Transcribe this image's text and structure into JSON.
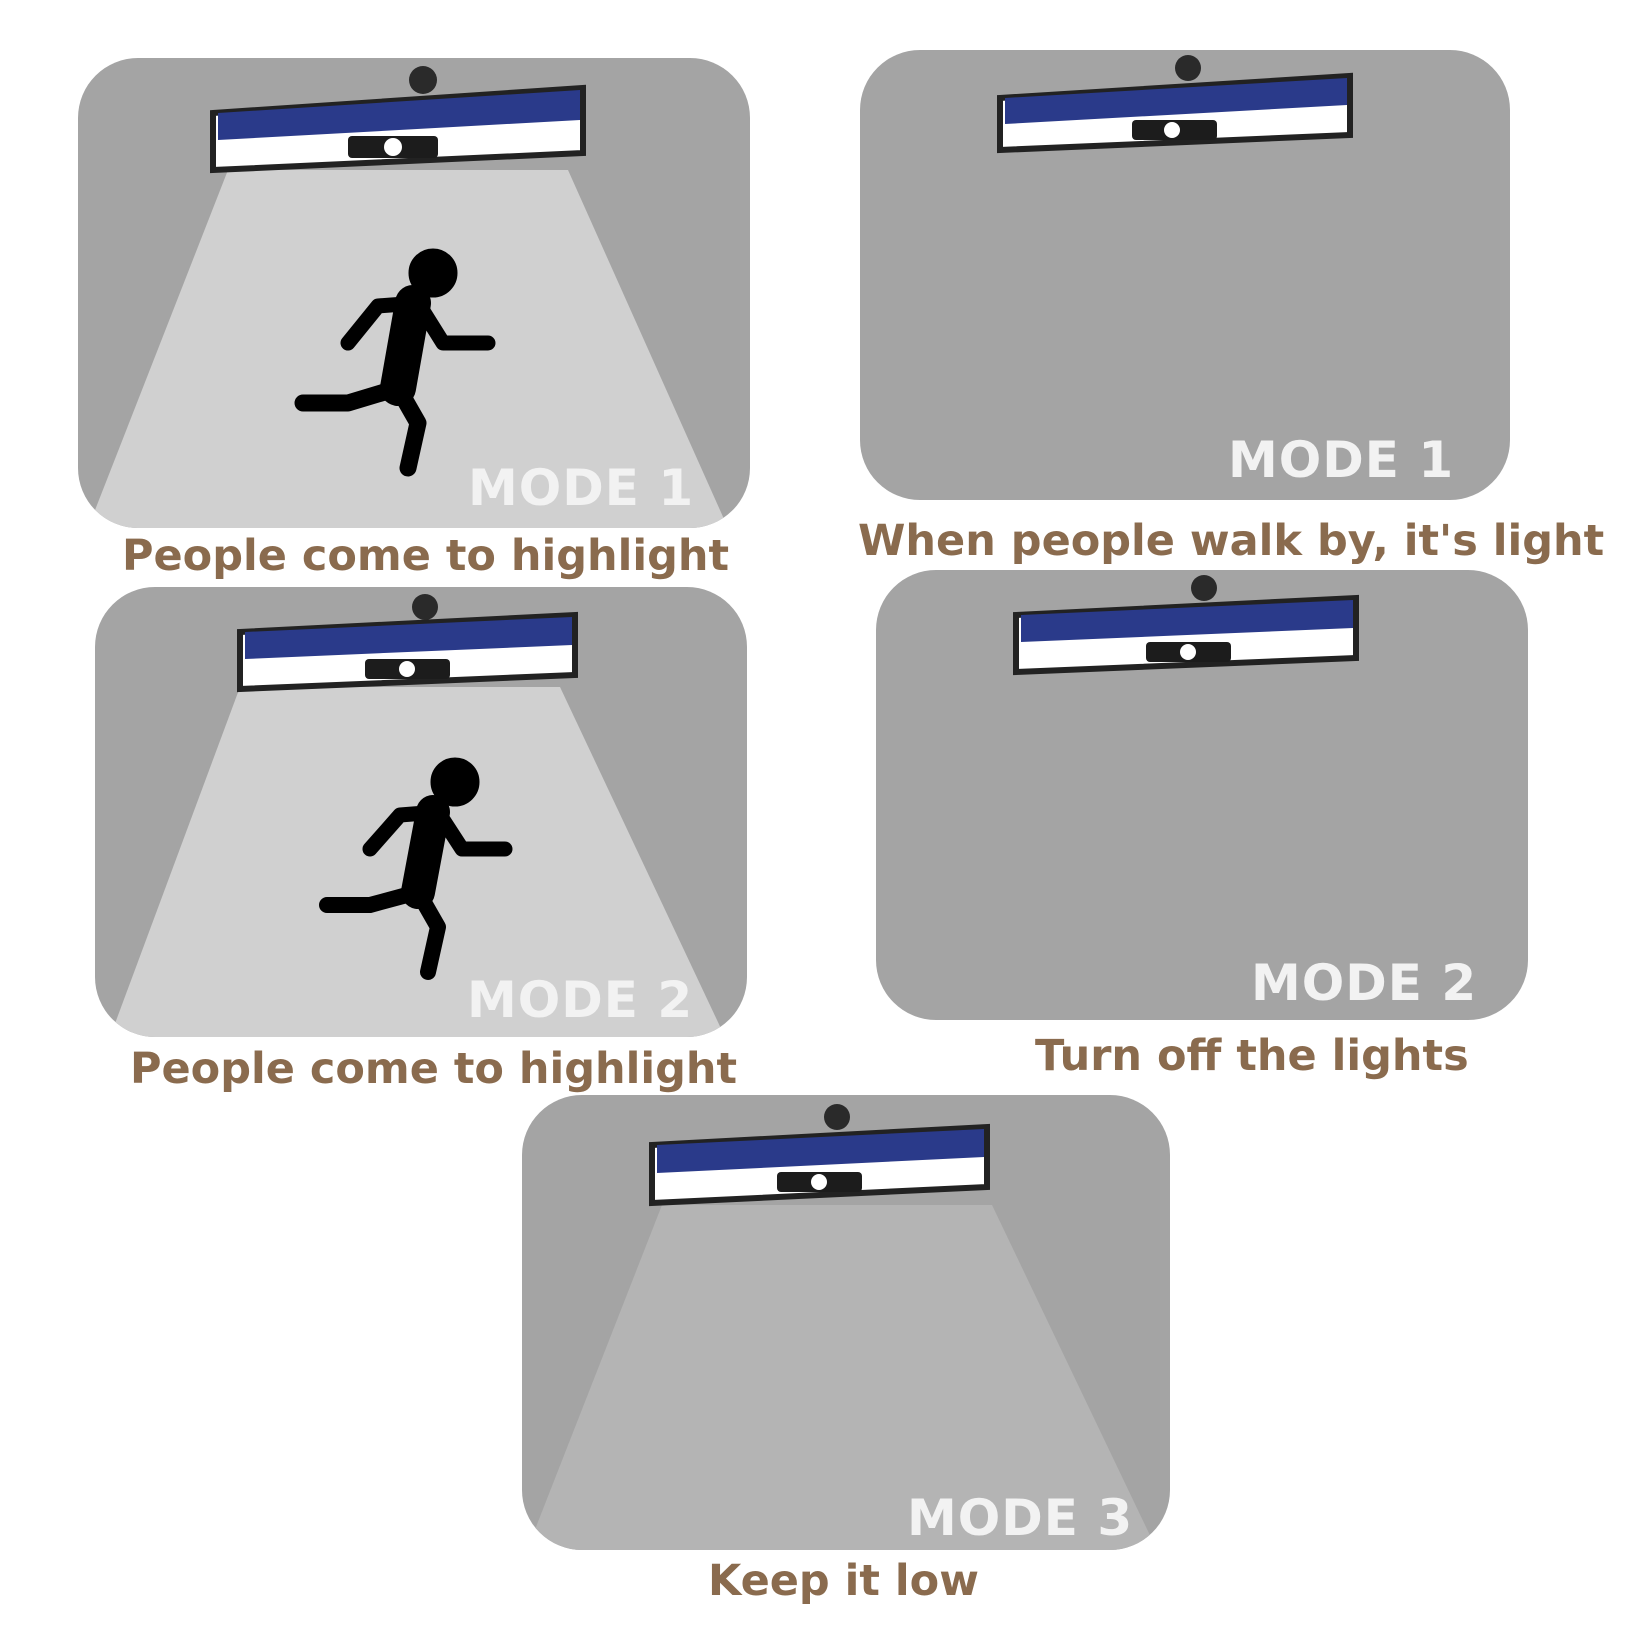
{
  "colors": {
    "panel_bg": "#a4a4a4",
    "beam_bright": "#d0d0d0",
    "beam_dim": "#b4b4b4",
    "caption": "#8a6b4e",
    "mode_label": "#f2f2f2",
    "solar_panel": "#2a3a8a"
  },
  "panels": [
    {
      "mode_label": "MODE 1",
      "caption": "People come to highlight",
      "light": "bright",
      "person": true
    },
    {
      "mode_label": "MODE 1",
      "caption": "When people walk by, it's light",
      "light": "off",
      "person": false
    },
    {
      "mode_label": "MODE 2",
      "caption": "People come to highlight",
      "light": "bright",
      "person": true
    },
    {
      "mode_label": "MODE 2",
      "caption": "Turn off the lights",
      "light": "off",
      "person": false
    },
    {
      "mode_label": "MODE 3",
      "caption": "Keep it low",
      "light": "dim",
      "person": false
    }
  ]
}
